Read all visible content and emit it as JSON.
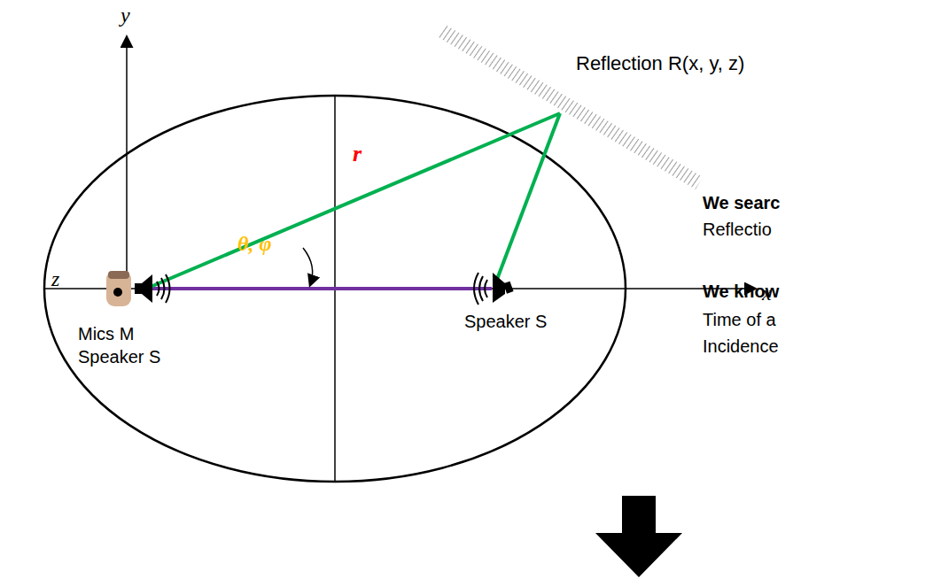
{
  "diagram": {
    "labels": [
      "y",
      "Reflection R(x, y, z)",
      "r",
      "θ, φ",
      "z",
      "x",
      "Mics M",
      "Speaker S",
      "Speaker S",
      "We searc",
      "Reflectio",
      "We know",
      "Time of a",
      "Incidence"
    ]
  }
}
